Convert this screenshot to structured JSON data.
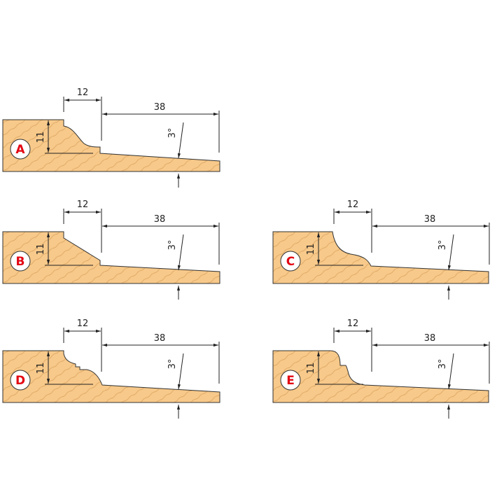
{
  "colors": {
    "wood": "#f7c98a",
    "grain": "#d9a25e",
    "outline": "#333333",
    "badge_text": "#e30613"
  },
  "profiles": [
    {
      "id": "A",
      "width_label": "12",
      "length_label": "38",
      "height_label": "11",
      "angle_label": "3°"
    },
    {
      "id": "B",
      "width_label": "12",
      "length_label": "38",
      "height_label": "11",
      "angle_label": "3°"
    },
    {
      "id": "C",
      "width_label": "12",
      "length_label": "38",
      "height_label": "11",
      "angle_label": "3°"
    },
    {
      "id": "D",
      "width_label": "12",
      "length_label": "38",
      "height_label": "11",
      "angle_label": "3°"
    },
    {
      "id": "E",
      "width_label": "12",
      "length_label": "38",
      "height_label": "11",
      "angle_label": "3°"
    }
  ]
}
